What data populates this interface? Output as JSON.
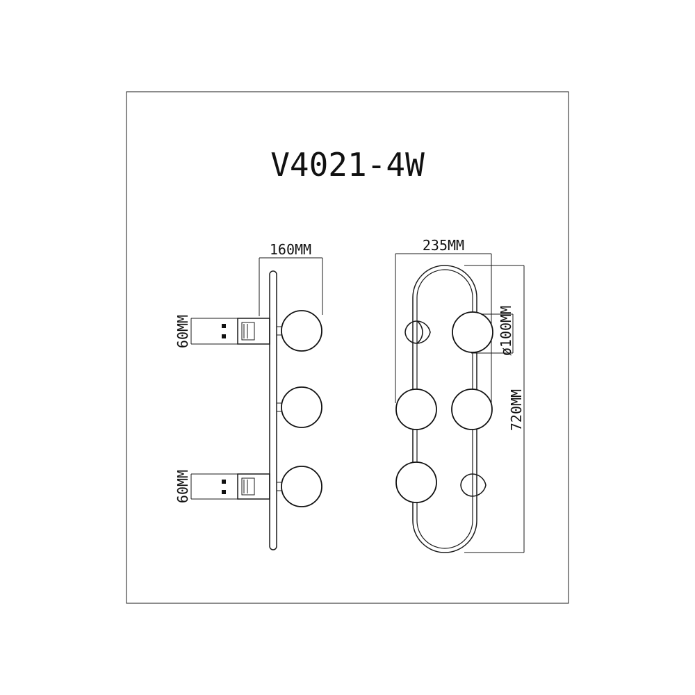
{
  "title": "V4021-4W",
  "side_view": {
    "width_label": "160MM",
    "bracket_top_label": "60MM",
    "bracket_bottom_label": "60MM"
  },
  "front_view": {
    "width_label": "235MM",
    "globe_label": "ø100MM",
    "height_label": "720MM"
  },
  "colors": {
    "line": "#1a1a1a",
    "background": "#ffffff"
  }
}
